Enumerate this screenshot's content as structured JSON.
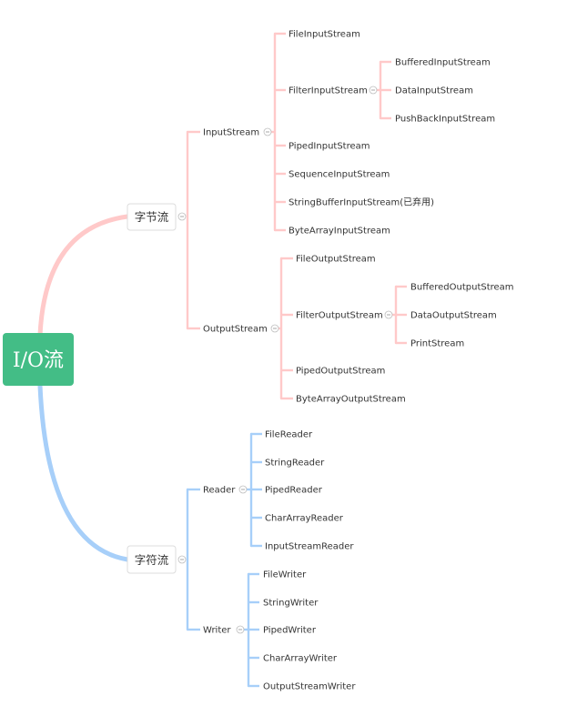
{
  "colors": {
    "root_fill": "#43bd86",
    "byte_branch": "#ffc9c9",
    "char_branch": "#a7cff9",
    "node_border": "#dcdcdc"
  },
  "root": {
    "label": "I/O流"
  },
  "byte_stream": {
    "label": "字节流",
    "input": {
      "label": "InputStream",
      "children": [
        "FileInputStream",
        "FilterInputStream",
        "PipedInputStream",
        "SequenceInputStream",
        "StringBufferInputStream(已弃用)",
        "ByteArrayInputStream"
      ],
      "filter_children": [
        "BufferedInputStream",
        "DataInputStream",
        "PushBackInputStream"
      ]
    },
    "output": {
      "label": "OutputStream",
      "children": [
        "FileOutputStream",
        "FilterOutputStream",
        "PipedOutputStream",
        "ByteArrayOutputStream"
      ],
      "filter_children": [
        "BufferedOutputStream",
        "DataOutputStream",
        "PrintStream"
      ]
    }
  },
  "char_stream": {
    "label": "字符流",
    "reader": {
      "label": "Reader",
      "children": [
        "FileReader",
        "StringReader",
        "PipedReader",
        "CharArrayReader",
        "InputStreamReader"
      ]
    },
    "writer": {
      "label": "Writer",
      "children": [
        "FileWriter",
        "StringWriter",
        "PipedWriter",
        "CharArrayWriter",
        "OutputStreamWriter"
      ]
    }
  }
}
